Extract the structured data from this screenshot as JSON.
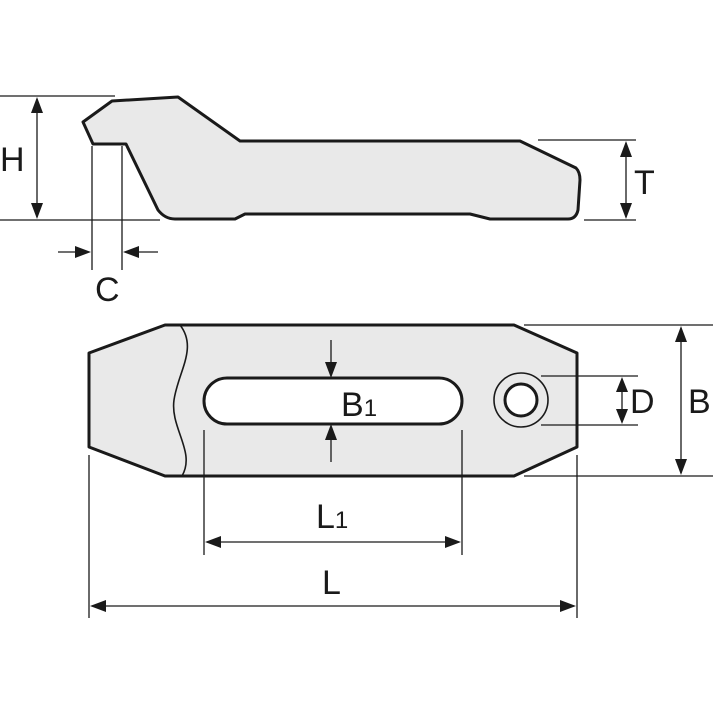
{
  "diagram": {
    "labels": {
      "H": "H",
      "C": "C",
      "T": "T",
      "B1": "B",
      "B1_sub": "1",
      "D": "D",
      "B": "B",
      "L1": "L",
      "L1_sub": "1",
      "L": "L"
    },
    "colors": {
      "part_fill": "#e9e9e9",
      "line": "#1a1a1a"
    }
  }
}
